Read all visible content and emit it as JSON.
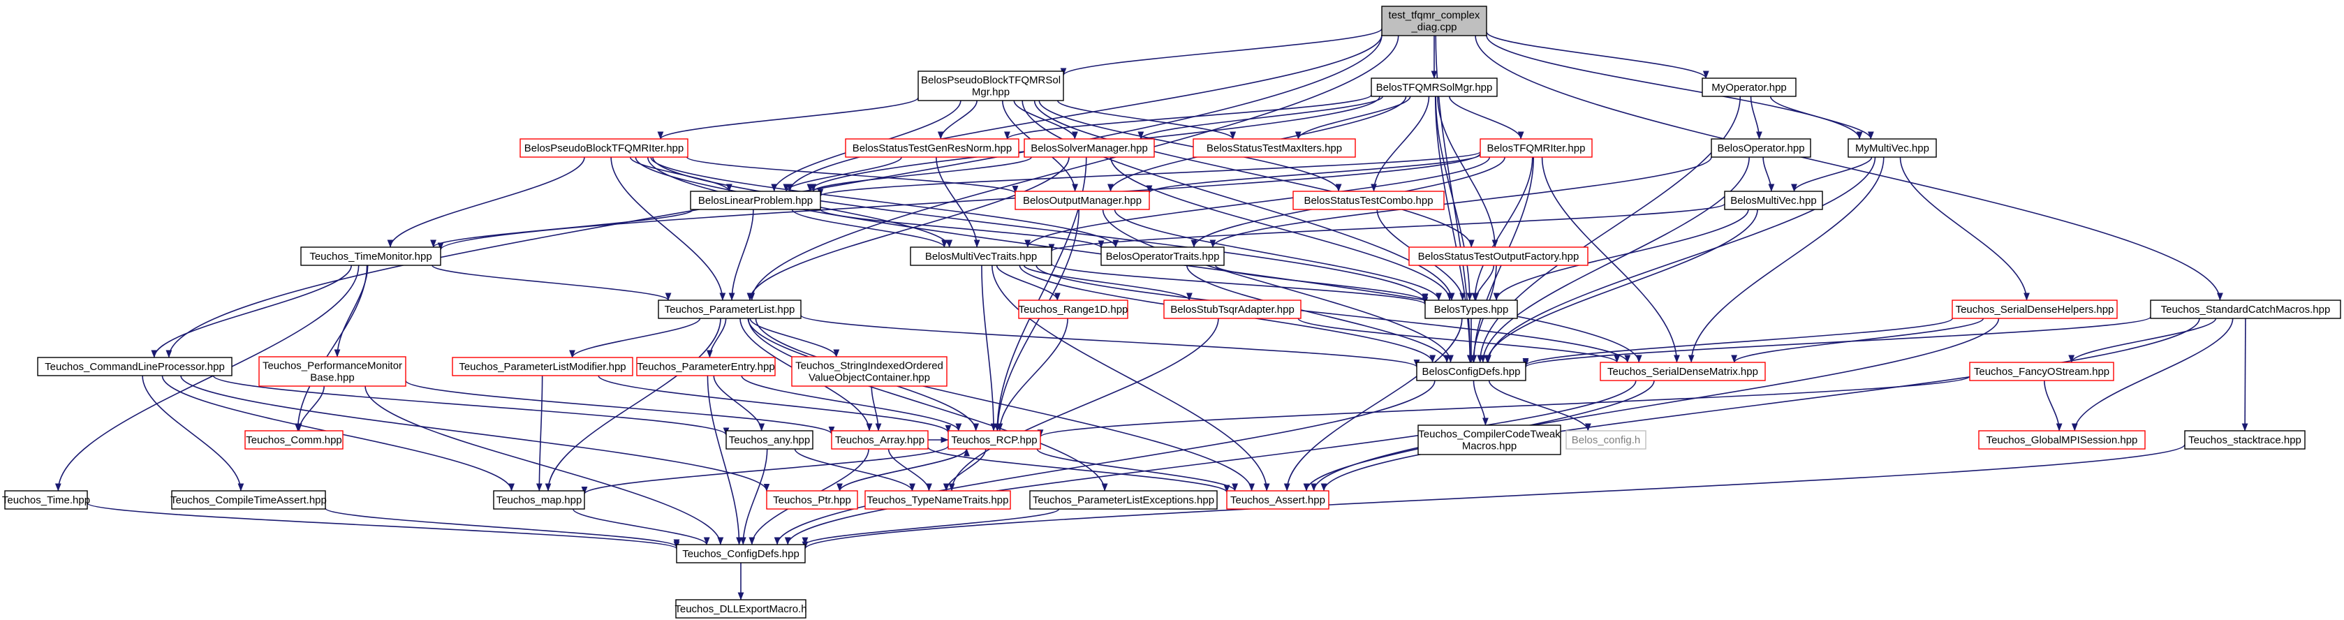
{
  "diagram": {
    "root": "test_tfqmr_complex_diag.cpp",
    "colors": {
      "edge": "#191970",
      "root_fill": "#bfbfbf",
      "node_border": "#000000",
      "incomplete_border": "#ff0000",
      "external_border": "#bfbfbf"
    },
    "nodes": [
      {
        "id": "root",
        "lines": [
          "test_tfqmr_complex",
          "_diag.cpp"
        ],
        "style": "root"
      },
      {
        "id": "pbtfqmrsolmgr",
        "lines": [
          "BelosPseudoBlockTFQMRSol",
          "Mgr.hpp"
        ],
        "style": "black"
      },
      {
        "id": "tfqmrsolmgr",
        "lines": [
          "BelosTFQMRSolMgr.hpp"
        ],
        "style": "black"
      },
      {
        "id": "myoperator",
        "lines": [
          "MyOperator.hpp"
        ],
        "style": "black"
      },
      {
        "id": "pbtfqmriter",
        "lines": [
          "BelosPseudoBlockTFQMRIter.hpp"
        ],
        "style": "red"
      },
      {
        "id": "gennorm",
        "lines": [
          "BelosStatusTestGenResNorm.hpp"
        ],
        "style": "red"
      },
      {
        "id": "solvermanager",
        "lines": [
          "BelosSolverManager.hpp"
        ],
        "style": "red"
      },
      {
        "id": "maxiters",
        "lines": [
          "BelosStatusTestMaxIters.hpp"
        ],
        "style": "red"
      },
      {
        "id": "tfqmriter",
        "lines": [
          "BelosTFQMRIter.hpp"
        ],
        "style": "red"
      },
      {
        "id": "belosoperator",
        "lines": [
          "BelosOperator.hpp"
        ],
        "style": "black"
      },
      {
        "id": "mymultivec",
        "lines": [
          "MyMultiVec.hpp"
        ],
        "style": "black"
      },
      {
        "id": "linearproblem",
        "lines": [
          "BelosLinearProblem.hpp"
        ],
        "style": "black"
      },
      {
        "id": "outputmanager",
        "lines": [
          "BelosOutputManager.hpp"
        ],
        "style": "red"
      },
      {
        "id": "combo",
        "lines": [
          "BelosStatusTestCombo.hpp"
        ],
        "style": "red"
      },
      {
        "id": "belosmultivec",
        "lines": [
          "BelosMultiVec.hpp"
        ],
        "style": "black"
      },
      {
        "id": "timemonitor",
        "lines": [
          "Teuchos_TimeMonitor.hpp"
        ],
        "style": "black"
      },
      {
        "id": "multivectraits",
        "lines": [
          "BelosMultiVecTraits.hpp"
        ],
        "style": "black"
      },
      {
        "id": "operatortraits",
        "lines": [
          "BelosOperatorTraits.hpp"
        ],
        "style": "black"
      },
      {
        "id": "outputfactory",
        "lines": [
          "BelosStatusTestOutputFactory.hpp"
        ],
        "style": "red"
      },
      {
        "id": "parameterlist",
        "lines": [
          "Teuchos_ParameterList.hpp"
        ],
        "style": "black"
      },
      {
        "id": "range1d",
        "lines": [
          "Teuchos_Range1D.hpp"
        ],
        "style": "red"
      },
      {
        "id": "stubtsqr",
        "lines": [
          "BelosStubTsqrAdapter.hpp"
        ],
        "style": "red"
      },
      {
        "id": "belostypes",
        "lines": [
          "BelosTypes.hpp"
        ],
        "style": "black"
      },
      {
        "id": "serialdensehelpers",
        "lines": [
          "Teuchos_SerialDenseHelpers.hpp"
        ],
        "style": "red"
      },
      {
        "id": "stdcatch",
        "lines": [
          "Teuchos_StandardCatchMacros.hpp"
        ],
        "style": "black"
      },
      {
        "id": "cmdline",
        "lines": [
          "Teuchos_CommandLineProcessor.hpp"
        ],
        "style": "black"
      },
      {
        "id": "perfmon",
        "lines": [
          "Teuchos_PerformanceMonitor",
          "Base.hpp"
        ],
        "style": "red"
      },
      {
        "id": "plmodifier",
        "lines": [
          "Teuchos_ParameterListModifier.hpp"
        ],
        "style": "red"
      },
      {
        "id": "paramentry",
        "lines": [
          "Teuchos_ParameterEntry.hpp"
        ],
        "style": "red"
      },
      {
        "id": "strindexed",
        "lines": [
          "Teuchos_StringIndexedOrdered",
          "ValueObjectContainer.hpp"
        ],
        "style": "red"
      },
      {
        "id": "belosconfigdefs",
        "lines": [
          "BelosConfigDefs.hpp"
        ],
        "style": "black"
      },
      {
        "id": "serialdensematrix",
        "lines": [
          "Teuchos_SerialDenseMatrix.hpp"
        ],
        "style": "red"
      },
      {
        "id": "fancyostream",
        "lines": [
          "Teuchos_FancyOStream.hpp"
        ],
        "style": "red"
      },
      {
        "id": "comm",
        "lines": [
          "Teuchos_Comm.hpp"
        ],
        "style": "red"
      },
      {
        "id": "any",
        "lines": [
          "Teuchos_any.hpp"
        ],
        "style": "black"
      },
      {
        "id": "array",
        "lines": [
          "Teuchos_Array.hpp"
        ],
        "style": "red"
      },
      {
        "id": "rcp",
        "lines": [
          "Teuchos_RCP.hpp"
        ],
        "style": "red"
      },
      {
        "id": "compilercode",
        "lines": [
          "Teuchos_CompilerCodeTweak",
          "Macros.hpp"
        ],
        "style": "black"
      },
      {
        "id": "belosconfigh",
        "lines": [
          "Belos_config.h"
        ],
        "style": "gray"
      },
      {
        "id": "globalmpi",
        "lines": [
          "Teuchos_GlobalMPISession.hpp"
        ],
        "style": "red"
      },
      {
        "id": "stacktrace",
        "lines": [
          "Teuchos_stacktrace.hpp"
        ],
        "style": "black"
      },
      {
        "id": "time",
        "lines": [
          "Teuchos_Time.hpp"
        ],
        "style": "black"
      },
      {
        "id": "compiletime",
        "lines": [
          "Teuchos_CompileTimeAssert.hpp"
        ],
        "style": "black"
      },
      {
        "id": "map",
        "lines": [
          "Teuchos_map.hpp"
        ],
        "style": "black"
      },
      {
        "id": "ptr",
        "lines": [
          "Teuchos_Ptr.hpp"
        ],
        "style": "red"
      },
      {
        "id": "typenametraits",
        "lines": [
          "Teuchos_TypeNameTraits.hpp"
        ],
        "style": "red"
      },
      {
        "id": "plexceptions",
        "lines": [
          "Teuchos_ParameterListExceptions.hpp"
        ],
        "style": "black"
      },
      {
        "id": "assert",
        "lines": [
          "Teuchos_Assert.hpp"
        ],
        "style": "red"
      },
      {
        "id": "teuchosconfigdefs",
        "lines": [
          "Teuchos_ConfigDefs.hpp"
        ],
        "style": "black"
      },
      {
        "id": "dllexport",
        "lines": [
          "Teuchos_DLLExportMacro.h"
        ],
        "style": "black"
      }
    ]
  }
}
